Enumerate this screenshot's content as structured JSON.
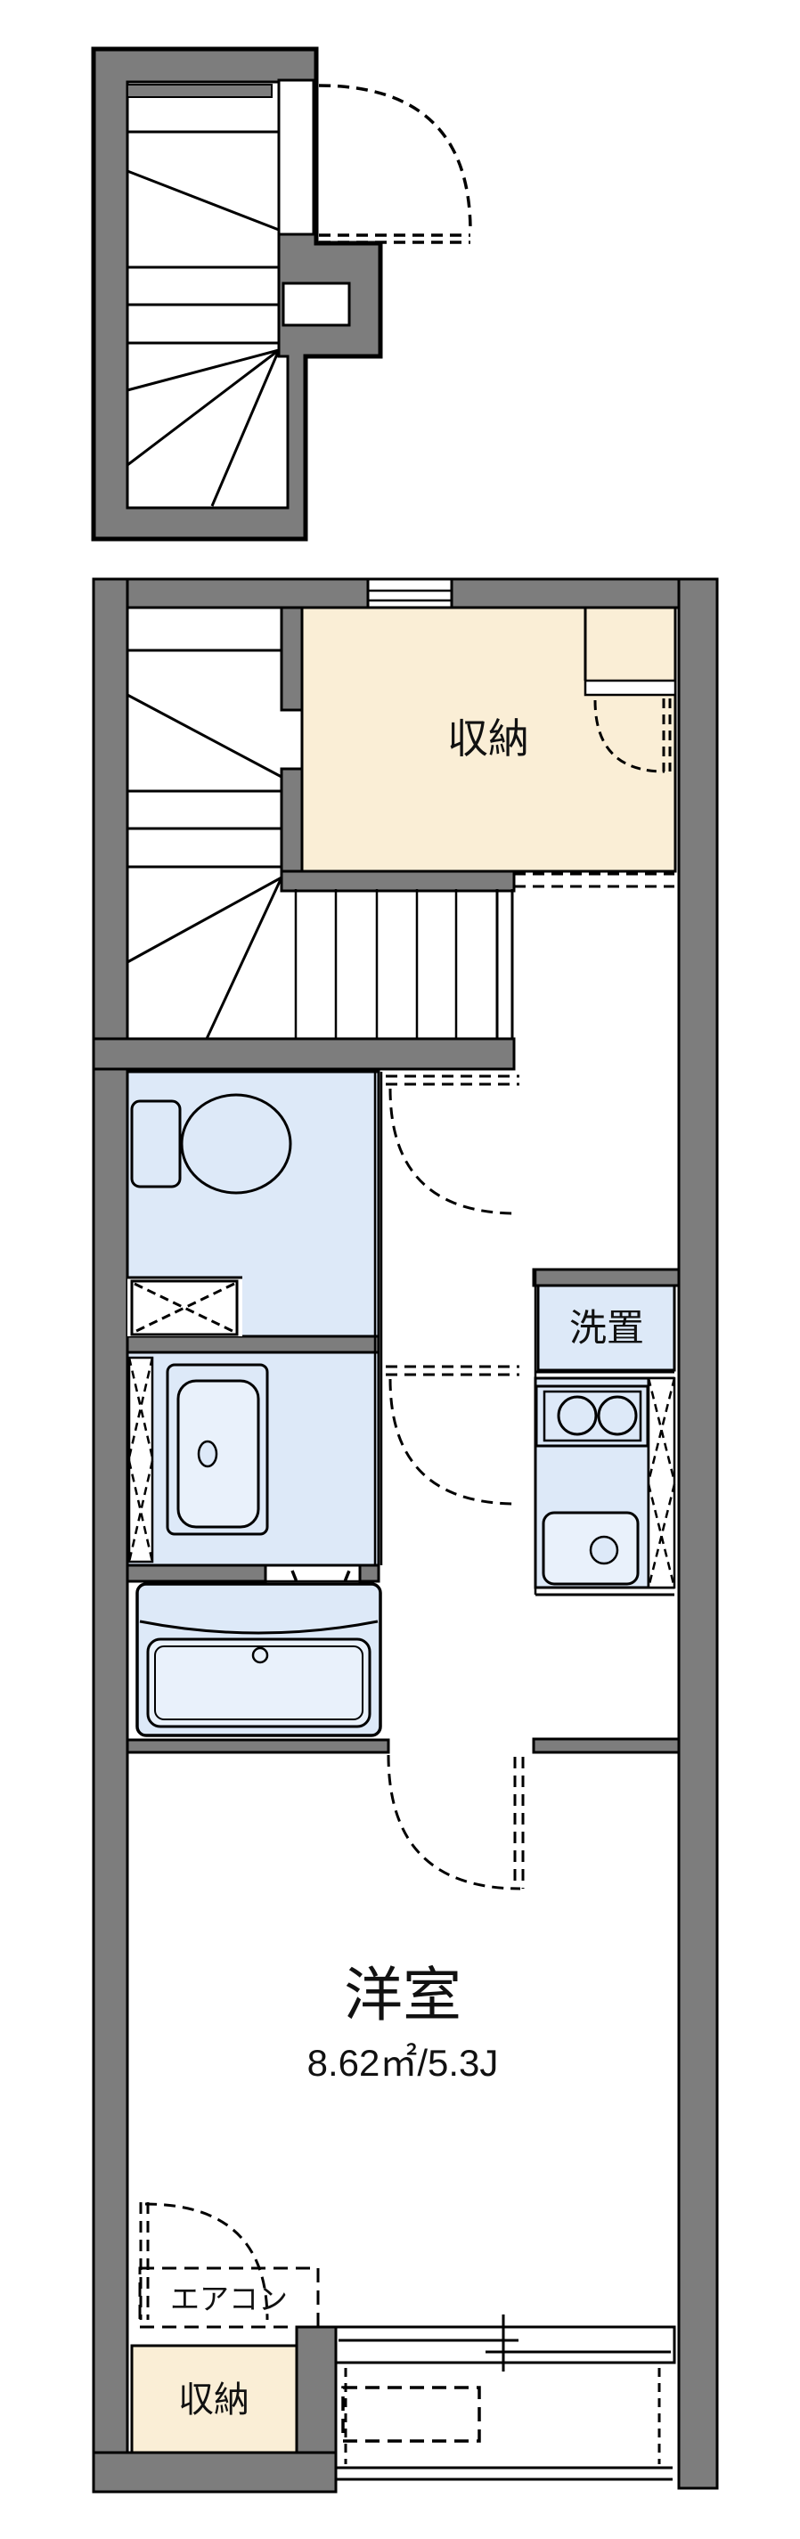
{
  "plan": {
    "type": "japanese-apartment-floor-plan",
    "floors": "maisonette (stair detail + main floor)"
  },
  "rooms": {
    "storage_upper": {
      "label": "収納"
    },
    "laundry": {
      "label": "洗置"
    },
    "western": {
      "label": "洋室",
      "area": "8.62㎡/5.3J",
      "area_m2": "8.62",
      "area_jo": "5.3J"
    },
    "aircon": {
      "label": "エアコン"
    },
    "storage_lower": {
      "label": "収納"
    }
  },
  "fixtures": [
    "staircase-upper",
    "staircase-main",
    "toilet",
    "washbasin",
    "bathtub",
    "two-burner-stove",
    "kitchen-sink",
    "pipe-space-hatch",
    "shelf-cross-box",
    "entrance-sliding-door",
    "sliding-window",
    "door-swing-arcs"
  ],
  "colors": {
    "wall_gray": "#7d7d7d",
    "outline_black": "#000000",
    "storage_beige": "#faeed6",
    "wet_area_blue": "#dde9f8",
    "fixture_blue_light": "#e9f1fb",
    "background": "#ffffff"
  }
}
